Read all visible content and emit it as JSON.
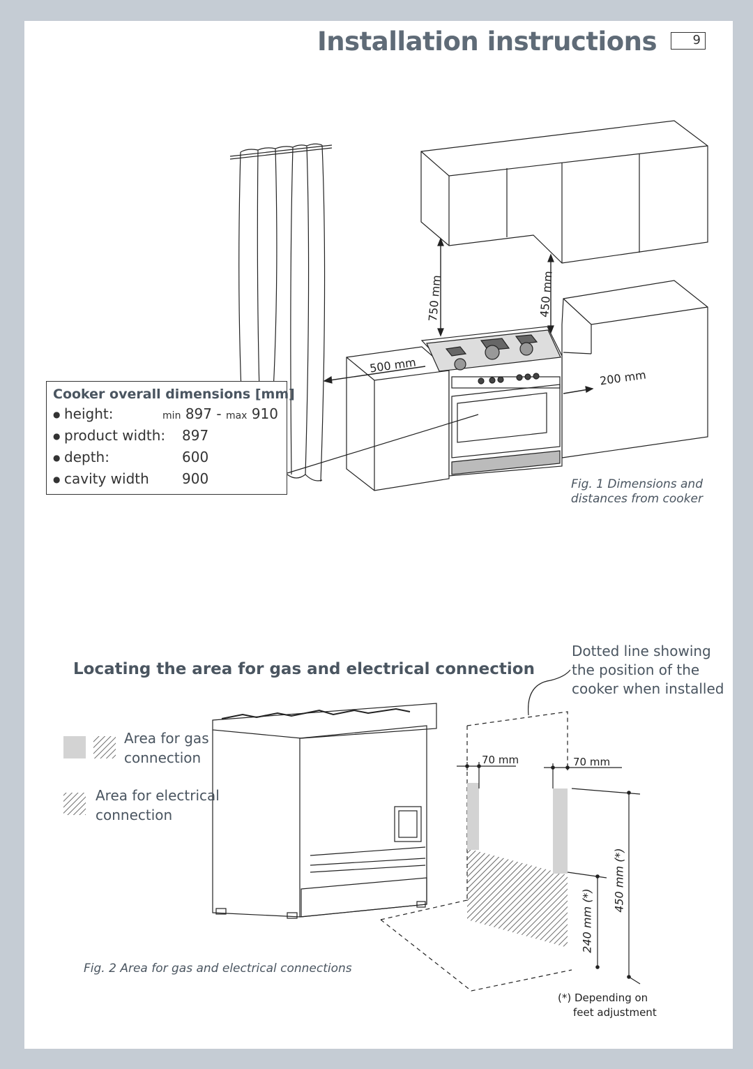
{
  "header": {
    "title": "Installation instructions",
    "page_number": "9"
  },
  "figure1": {
    "dim_750": "750 mm",
    "dim_450": "450 mm",
    "dim_500": "500 mm",
    "dim_200": "200 mm",
    "caption_line1": "Fig. 1 Dimensions and",
    "caption_line2": "distances from cooker"
  },
  "dimensions_box": {
    "title": "Cooker overall dimensions [mm]",
    "rows": [
      {
        "label": "height:",
        "min_prefix": "min",
        "min_value": "897",
        "separator": "-",
        "max_prefix": "max",
        "max_value": "910"
      },
      {
        "label": "product width:",
        "value": "897"
      },
      {
        "label": "depth:",
        "value": "600"
      },
      {
        "label": "cavity width",
        "value": "900"
      }
    ]
  },
  "section2": {
    "title": "Locating the area for gas and electrical connection",
    "dotted_note": [
      "Dotted line showing",
      "the position of the",
      "cooker when installed"
    ],
    "legend_gas": [
      "Area for gas",
      "connection"
    ],
    "legend_electrical": [
      "Area for electrical",
      "connection"
    ],
    "dim_left": "70 mm",
    "dim_right": "70 mm",
    "dim_240": "240 mm (*)",
    "dim_450": "450 mm (*)",
    "footnote_line1": "(*) Depending on",
    "footnote_line2": "feet adjustment",
    "caption": "Fig. 2 Area for gas and electrical connections"
  },
  "colors": {
    "page_background": "#c5ccd4",
    "text": "#4a5560",
    "gas_area": "#d3d3d3"
  }
}
